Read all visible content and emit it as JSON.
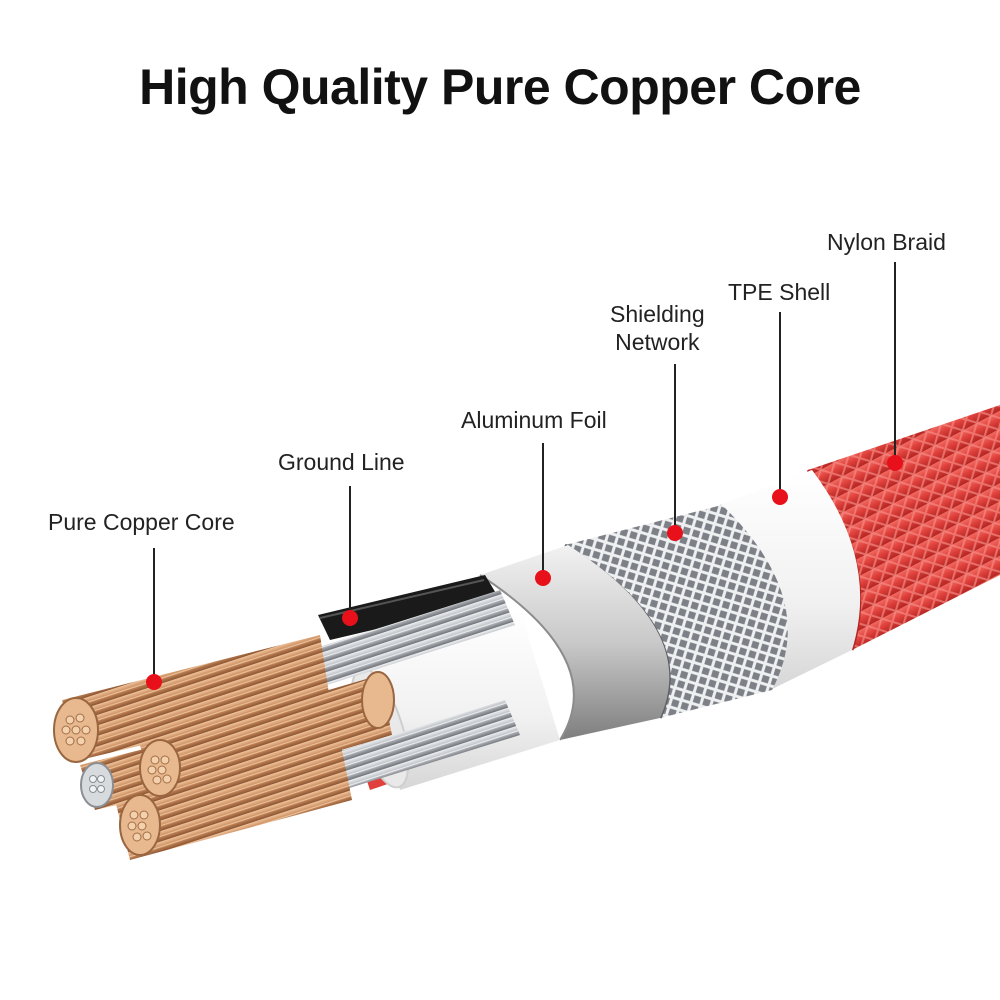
{
  "title": "High Quality Pure Copper Core",
  "labels": {
    "pure_copper_core": "Pure Copper Core",
    "ground_line": "Ground Line",
    "aluminum_foil": "Aluminum Foil",
    "shielding_network_1": "Shielding",
    "shielding_network_2": "Network",
    "tpe_shell": "TPE Shell",
    "nylon_braid": "Nylon Braid"
  },
  "colors": {
    "copper": "#c8885a",
    "silver": "#b8bcc2",
    "white_shell": "#f4f4f4",
    "nylon_red": "#e0413c",
    "marker_red": "#e8101a",
    "ground_black": "#1a1a1a"
  }
}
